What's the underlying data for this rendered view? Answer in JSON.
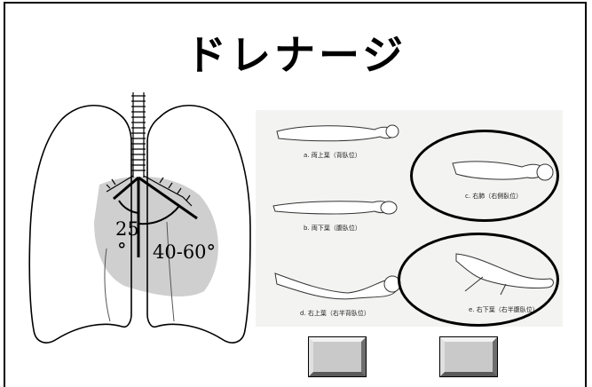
{
  "slide": {
    "title": "ドレナージ"
  },
  "lung_diagram": {
    "angle_label_1": "25",
    "angle_label_1_degree": "°",
    "angle_label_2": "40-60°"
  },
  "positions": [
    {
      "caption": "a. 両上葉（背臥位）",
      "highlighted": false
    },
    {
      "caption": "b. 両下葉（腹臥位）",
      "highlighted": false
    },
    {
      "caption": "c. 右肺（右側臥位）",
      "highlighted": true
    },
    {
      "caption": "d. 右上葉（右半背臥位）",
      "highlighted": false
    },
    {
      "caption": "e. 右下葉（右半腹臥位）",
      "highlighted": true
    }
  ],
  "colors": {
    "shaded_region": "#cfcfcf",
    "panel_bg": "#f3f3f1",
    "button_face": "#c9c9c9"
  },
  "buttons": [
    {
      "icon": "bevel-button"
    },
    {
      "icon": "bevel-button"
    }
  ]
}
